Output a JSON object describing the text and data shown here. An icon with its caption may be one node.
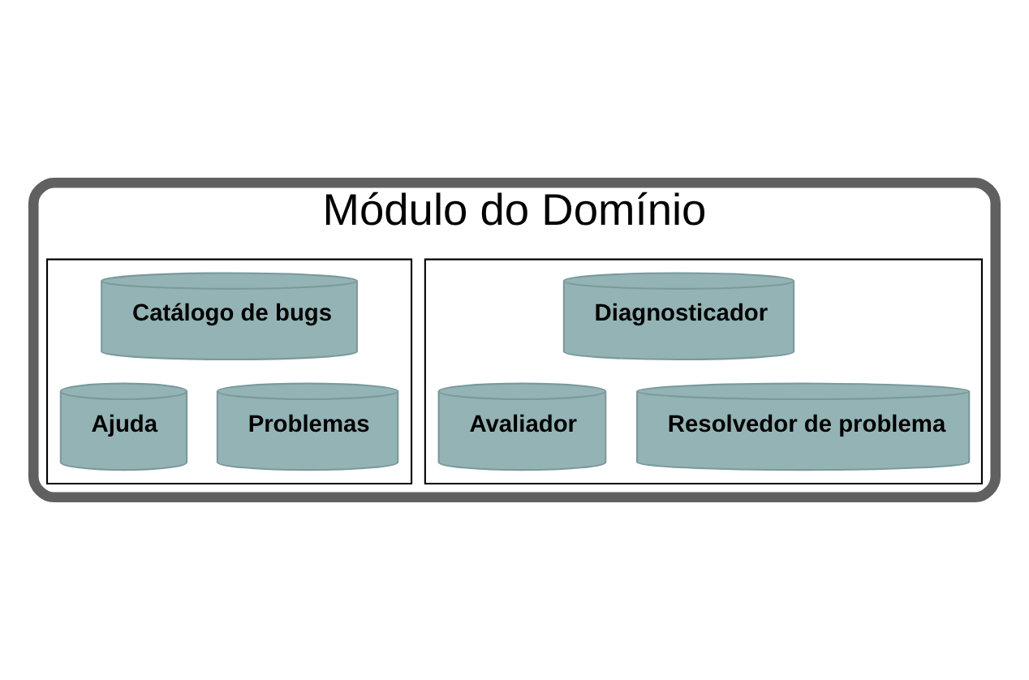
{
  "diagram": {
    "nodes": [
      {
        "text": [
          "Módulo do Domínio"
        ]
      },
      {
        "text": [],
        "shape": "box",
        "in": 0
      },
      {
        "text": [
          "Diagnosticador"
        ],
        "in": 1
      },
      {
        "text": [
          "Avaliador"
        ],
        "in": 1
      },
      {
        "text": [
          "Resolvedor de problema"
        ],
        "in": 1
      },
      {
        "text": [],
        "shape": "box",
        "in": 0
      },
      {
        "text": [
          "Catálogo de bugs"
        ],
        "in": 5
      },
      {
        "text": [
          "Ajuda"
        ],
        "in": 5
      },
      {
        "text": [
          "Problemas"
        ],
        "in": 5
      }
    ],
    "edges": []
  }
}
